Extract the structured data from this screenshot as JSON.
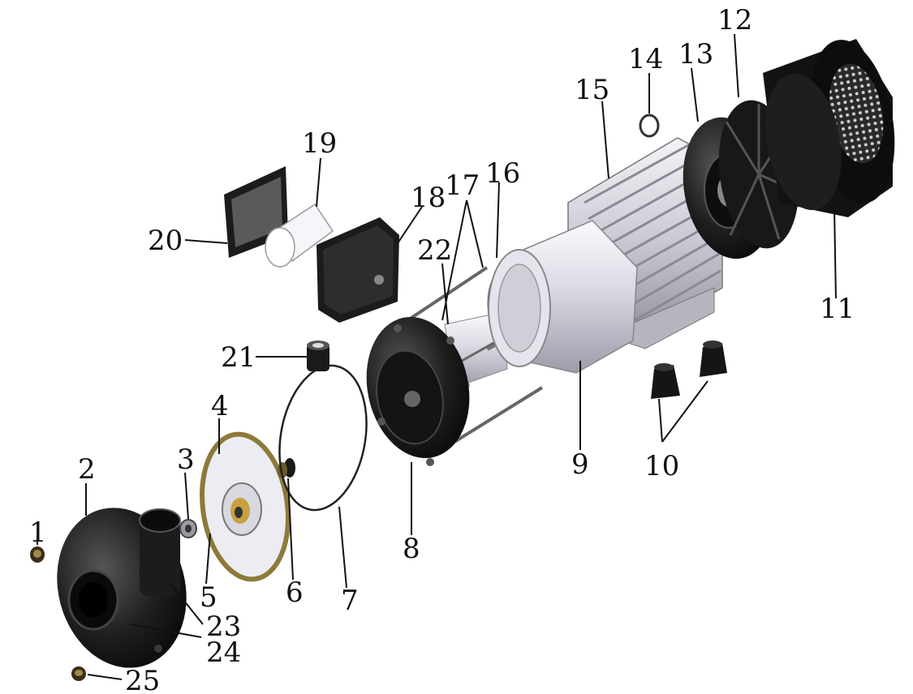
{
  "diagram": {
    "callouts": [
      "1",
      "2",
      "3",
      "4",
      "5",
      "6",
      "7",
      "8",
      "9",
      "10",
      "11",
      "12",
      "13",
      "14",
      "15",
      "16",
      "17",
      "18",
      "19",
      "20",
      "21",
      "22",
      "23",
      "24",
      "25"
    ],
    "parts": [
      "drain-plug",
      "pump-housing",
      "impeller-nut",
      "impeller",
      "washer",
      "mechanical-seal",
      "o-ring",
      "motor-end-flange",
      "motor-stator",
      "rubber-feet",
      "fan-cover",
      "cooling-fan",
      "rear-end-cap",
      "bearing-clip",
      "motor-body",
      "bearing",
      "tie-rods",
      "terminal-box",
      "capacitor",
      "terminal-box-lid",
      "cable-gland",
      "rotor-shaft",
      "inlet-port",
      "outlet-port",
      "priming-plug"
    ],
    "colors": {
      "dark_part": "#1a1a1a",
      "aluminum": "#cfcfd6",
      "light_part": "#e6e6ee",
      "bronze": "#b8902e",
      "text": "#111111"
    }
  }
}
